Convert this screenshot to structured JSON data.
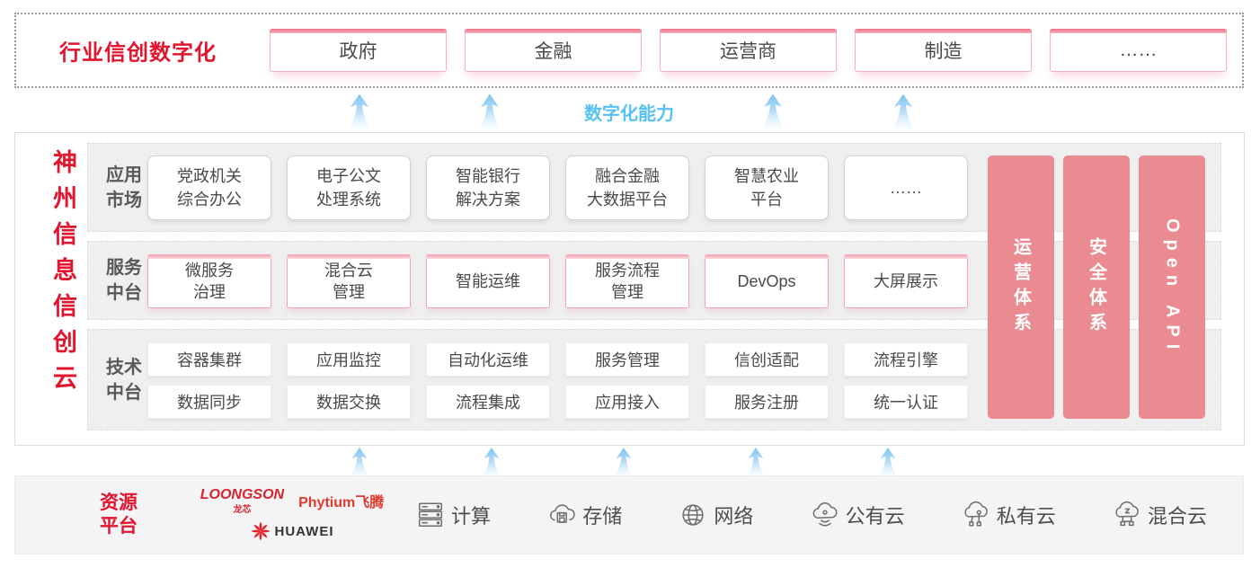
{
  "colors": {
    "brand_red": "#e2152f",
    "pillar_salmon": "#e98b90",
    "capability_blue": "#56c2f1",
    "text_dark": "#4a4a4a"
  },
  "top_section": {
    "label": "行业信创数字化",
    "boxes": [
      "政府",
      "金融",
      "运营商",
      "制造",
      "……"
    ]
  },
  "capability_label": "数字化能力",
  "main": {
    "side_label": "神州信息信创云",
    "rows": [
      {
        "label": "应用市场",
        "boxes": [
          "党政机关\n综合办公",
          "电子公文\n处理系统",
          "智能银行\n解决方案",
          "融合金融\n大数据平台",
          "智慧农业\n平台",
          "……"
        ]
      },
      {
        "label": "服务中台",
        "boxes": [
          "微服务\n治理",
          "混合云\n管理",
          "智能运维",
          "服务流程\n管理",
          "DevOps",
          "大屏展示"
        ]
      },
      {
        "label": "技术中台",
        "boxes_row1": [
          "容器集群",
          "应用监控",
          "自动化运维",
          "服务管理",
          "信创适配",
          "流程引擎"
        ],
        "boxes_row2": [
          "数据同步",
          "数据交换",
          "流程集成",
          "应用接入",
          "服务注册",
          "统一认证"
        ]
      }
    ],
    "pillars": [
      "运营体系",
      "安全体系",
      "Open API"
    ]
  },
  "resources": {
    "label": "资源平台",
    "logos": {
      "loongson": "LOONGSON",
      "loongson_sub": "龙芯",
      "phytium": "Phytium飞腾",
      "huawei": "HUAWEI"
    },
    "items": [
      {
        "icon": "server-icon",
        "label": "计算"
      },
      {
        "icon": "storage-cloud-icon",
        "label": "存储"
      },
      {
        "icon": "network-globe-icon",
        "label": "网络"
      },
      {
        "icon": "public-cloud-icon",
        "label": "公有云"
      },
      {
        "icon": "private-cloud-icon",
        "label": "私有云"
      },
      {
        "icon": "hybrid-cloud-icon",
        "label": "混合云"
      }
    ]
  }
}
